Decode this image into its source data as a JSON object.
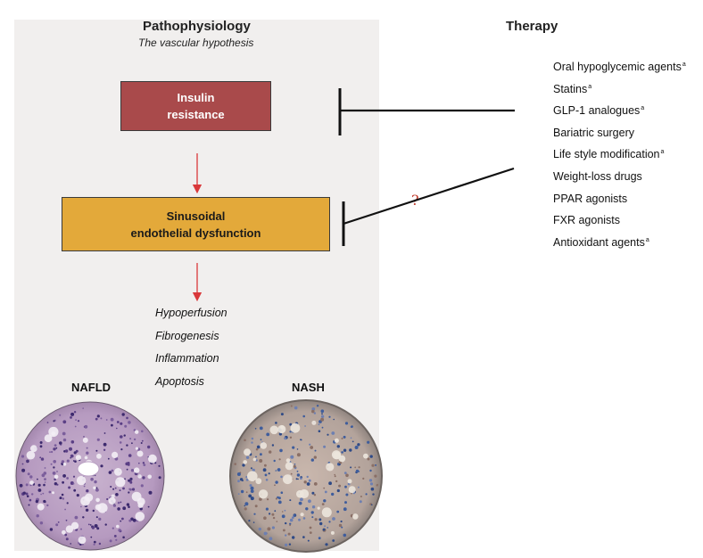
{
  "pathophysiology": {
    "title": "Pathophysiology",
    "subtitle": "The vascular hypothesis",
    "box_insulin": [
      "Insulin",
      "resistance"
    ],
    "box_sinusoidal": [
      "Sinusoidal",
      "endothelial dysfunction"
    ],
    "effects": [
      "Hypoperfusion",
      "Fibrogenesis",
      "Inflammation",
      "Apoptosis"
    ],
    "colors": {
      "insulin_box": "#a94a4b",
      "sinusoidal_box": "#e3a93a",
      "arrow": "#d9383a",
      "panel": "#f1efee"
    }
  },
  "therapy": {
    "title": "Therapy",
    "items": [
      {
        "label": "Oral hypoglycemic agents",
        "sup": "a"
      },
      {
        "label": "Statins",
        "sup": "a"
      },
      {
        "label": "GLP-1 analogues",
        "sup": "a"
      },
      {
        "label": "Bariatric surgery",
        "sup": ""
      },
      {
        "label": "Life style modification",
        "sup": "a"
      },
      {
        "label": "Weight-loss drugs",
        "sup": ""
      },
      {
        "label": "PPAR agonists",
        "sup": ""
      },
      {
        "label": "FXR agonists",
        "sup": ""
      },
      {
        "label": "Antioxidant agents",
        "sup": "a"
      }
    ],
    "uncertain_mark": "?"
  },
  "histology": {
    "nafld_label": "NAFLD",
    "nash_label": "NASH"
  }
}
